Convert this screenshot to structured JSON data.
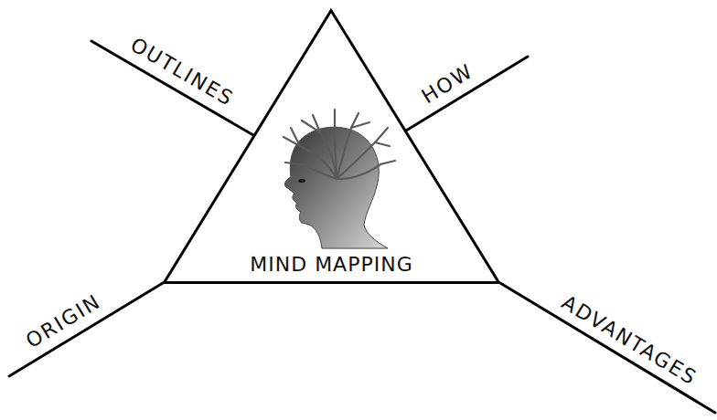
{
  "diagram": {
    "nodes": [
      {
        "text": [
          "MIND MAPPING"
        ]
      }
    ],
    "labels": [
      "OUTLINES",
      "HOW",
      "ORIGIN",
      "ADVANTAGES"
    ]
  }
}
